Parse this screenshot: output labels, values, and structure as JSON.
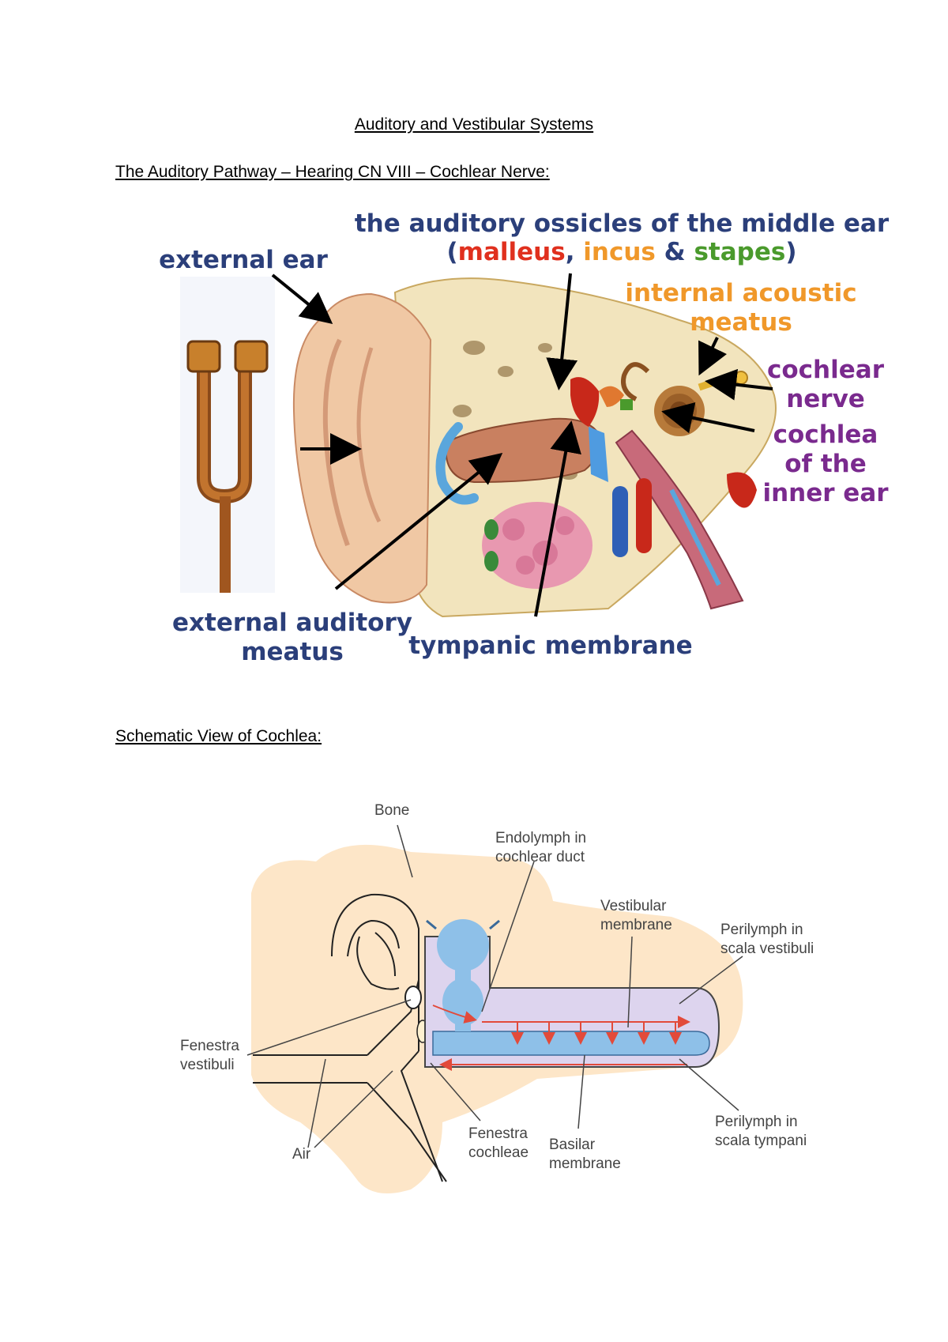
{
  "document": {
    "title": "Auditory and Vestibular Systems",
    "section1_heading": "The Auditory Pathway – Hearing CN VIII – Cochlear Nerve:",
    "section2_heading": "Schematic View of Cochlea:"
  },
  "ear_figure": {
    "label_ossicles_line1": "the auditory ossicles of the middle ear",
    "label_open_paren": "(",
    "label_malleus": "malleus",
    "label_comma": ", ",
    "label_incus": "incus",
    "label_amp": " & ",
    "label_stapes": "stapes",
    "label_close_paren": ")",
    "label_external_ear": "external ear",
    "label_internal_acoustic_1": "internal acoustic",
    "label_internal_acoustic_2": "meatus",
    "label_cochlear_nerve_1": "cochlear",
    "label_cochlear_nerve_2": "nerve",
    "label_cochlea_1": "cochlea",
    "label_cochlea_2": "of the",
    "label_cochlea_3": "inner ear",
    "label_eam_1": "external auditory",
    "label_eam_2": "meatus",
    "label_tympanic": "tympanic membrane",
    "colors": {
      "navy": "#2b3f7a",
      "red": "#e0301e",
      "orange": "#f0982a",
      "green": "#4a9a2c",
      "purple": "#7a2a8e"
    }
  },
  "cochlea_figure": {
    "label_bone": "Bone",
    "label_endolymph_1": "Endolymph in",
    "label_endolymph_2": "cochlear duct",
    "label_vestibular_1": "Vestibular",
    "label_vestibular_2": "membrane",
    "label_perilymph_v_1": "Perilymph in",
    "label_perilymph_v_2": "scala vestibuli",
    "label_fenestra_v_1": "Fenestra",
    "label_fenestra_v_2": "vestibuli",
    "label_air": "Air",
    "label_fenestra_c_1": "Fenestra",
    "label_fenestra_c_2": "cochleae",
    "label_basilar_1": "Basilar",
    "label_basilar_2": "membrane",
    "label_perilymph_t_1": "Perilymph in",
    "label_perilymph_t_2": "scala tympani",
    "colors": {
      "bone": "#fde6c8",
      "duct_blue": "#8ec0e8",
      "lymph_lavender": "#ddd4ee",
      "arrow_red": "#e24a3a"
    }
  }
}
